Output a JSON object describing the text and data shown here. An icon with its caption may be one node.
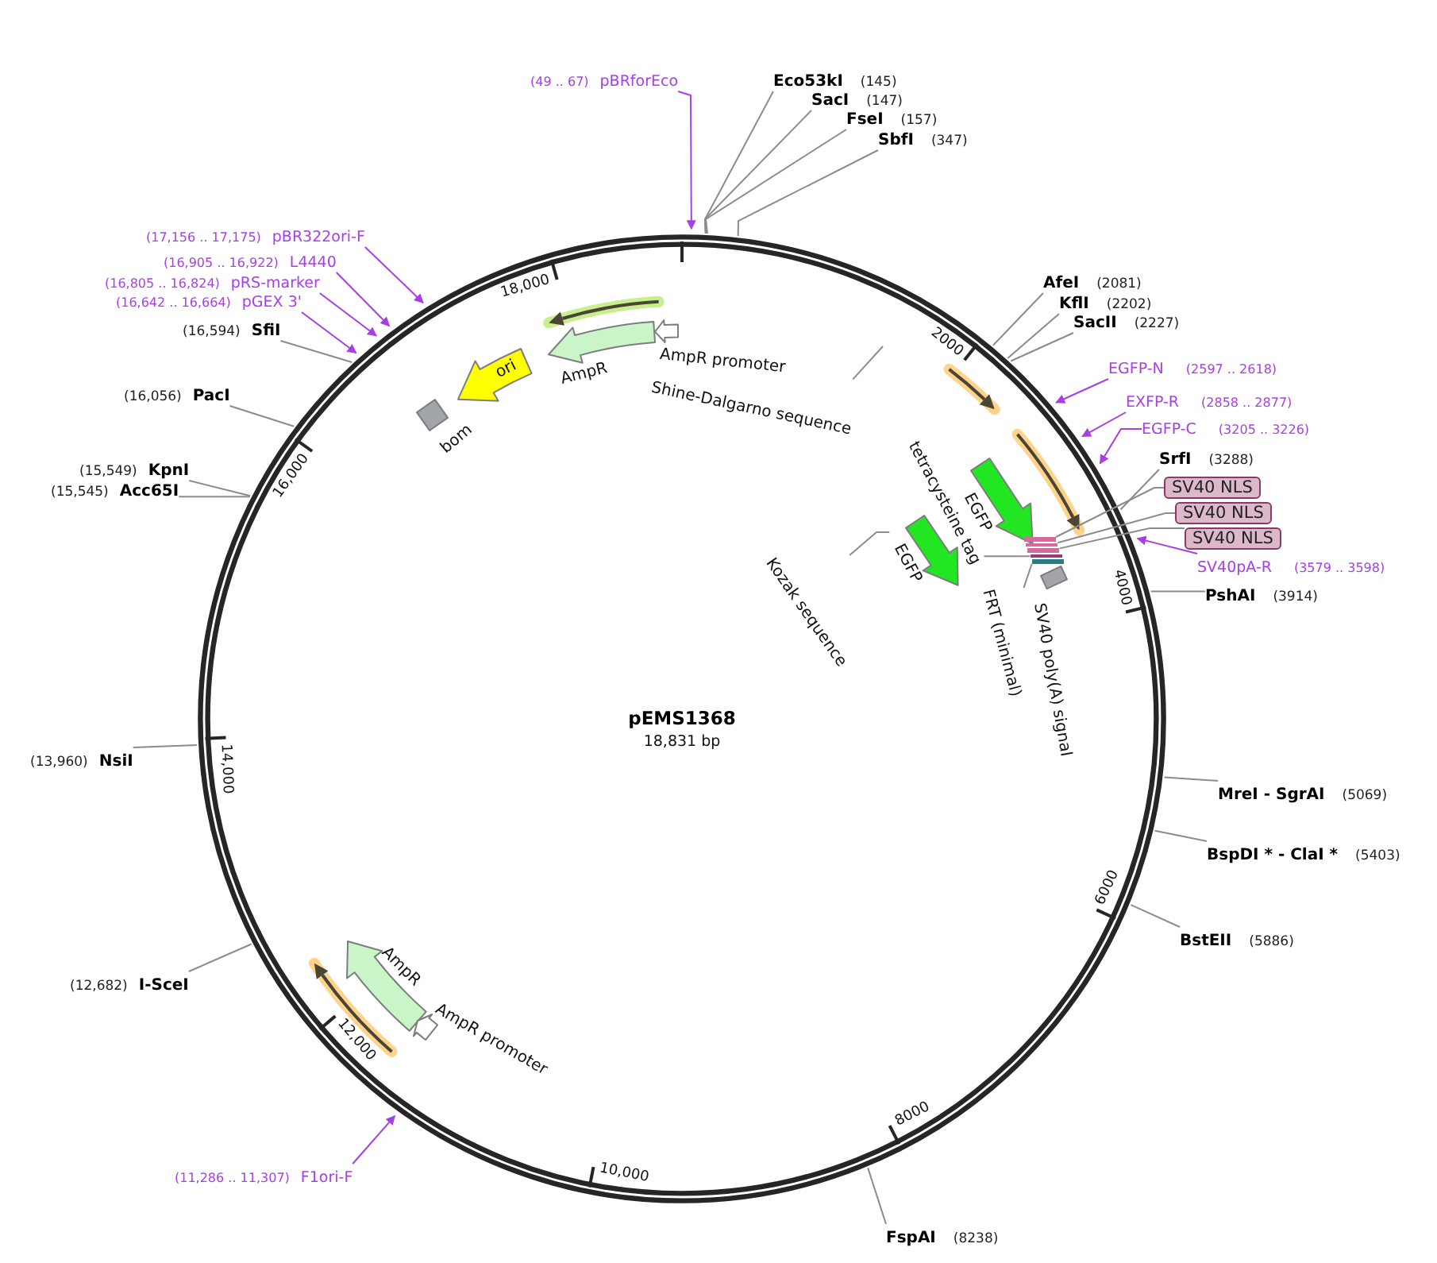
{
  "diagram": {
    "title": "pEMS1368",
    "nodes": [
      {
        "text": [
          "(49 .. 67)",
          "pBRforEco"
        ]
      },
      {
        "text": [
          "Eco53kI",
          "(145)"
        ]
      },
      {
        "text": [
          "SacI",
          "(147)"
        ]
      },
      {
        "text": [
          "FseI",
          "(157)"
        ]
      },
      {
        "text": [
          "SbfI",
          "(347)"
        ]
      },
      {
        "text": [
          "(17,156 .. 17,175)",
          "pBR322ori-F"
        ]
      },
      {
        "text": [
          "(16,905 .. 16,922)",
          "L4440"
        ]
      },
      {
        "text": [
          "(16,805 .. 16,824)",
          "pRS-marker"
        ]
      },
      {
        "text": [
          "(16,642 .. 16,664)",
          "pGEX 3'"
        ]
      },
      {
        "text": [
          "AfeI",
          "(2081)"
        ]
      },
      {
        "text": [
          "KflI",
          "(2202)"
        ]
      },
      {
        "text": [
          "SacII",
          "(2227)"
        ]
      },
      {
        "text": [
          "(16,594)",
          "SfiI"
        ]
      },
      {
        "text": [
          "AmpR"
        ]
      },
      {
        "text": [
          "AmpR promoter"
        ]
      },
      {
        "text": [
          "Shine-Dalgarno sequence"
        ]
      },
      {
        "text": [
          "ori"
        ]
      },
      {
        "text": [
          "bom"
        ]
      },
      {
        "text": [
          "EGFP-N",
          "(2597 .. 2618)"
        ]
      },
      {
        "text": [
          "(16,056)",
          "PacI"
        ]
      },
      {
        "text": [
          "EXFP-R",
          "(2858 .. 2877)"
        ]
      },
      {
        "text": [
          "EGFP-C",
          "(3205 .. 3226)"
        ]
      },
      {
        "text": [
          "SrfI",
          "(3288)"
        ]
      },
      {
        "text": [
          "(15,549)",
          "KpnI"
        ]
      },
      {
        "text": [
          "(15,545)",
          "Acc65I"
        ]
      },
      {
        "text": [
          "SV40 NLS"
        ]
      },
      {
        "text": [
          "SV40 NLS"
        ]
      },
      {
        "text": [
          "SV40 NLS"
        ]
      },
      {
        "text": [
          "EGFP"
        ]
      },
      {
        "text": [
          "tetracysteine tag"
        ]
      },
      {
        "text": [],
        "shape": "bar"
      },
      {
        "text": [],
        "shape": "bar"
      },
      {
        "text": [],
        "shape": "bar"
      },
      {
        "text": [],
        "shape": "bar"
      },
      {
        "text": [],
        "shape": "bar"
      },
      {
        "text": [
          "EGFP"
        ]
      },
      {
        "text": [
          "Kozak sequence"
        ]
      },
      {
        "text": [
          "FRT (minimal)"
        ]
      },
      {
        "text": [
          "SV40 poly(A) signal"
        ]
      },
      {
        "text": [
          "SV40pA-R",
          "(3579 .. 3598)"
        ]
      },
      {
        "text": [
          "PshAI",
          "(3914)"
        ]
      },
      {
        "text": [
          "(13,960)",
          "NsiI"
        ]
      },
      {
        "text": [
          "MreI - SgrAI",
          "(5069)"
        ]
      },
      {
        "text": [
          "BspDI * - ClaI *",
          "(5403)"
        ]
      },
      {
        "text": [
          "BstEII",
          "(5886)"
        ]
      },
      {
        "text": [
          "(12,682)",
          "I-SceI"
        ]
      },
      {
        "text": [
          "AmpR"
        ]
      },
      {
        "text": [
          "AmpR promoter"
        ]
      },
      {
        "text": [
          "(11,286 .. 11,307)",
          "F1ori-F"
        ]
      },
      {
        "text": [
          "FspAI",
          "(8238)"
        ]
      }
    ],
    "edges": [
      {
        "from": 0,
        "to": null,
        "arrow": "to",
        "color": "#a83ee8"
      },
      {
        "from": 1,
        "to": null,
        "arrow": "none"
      },
      {
        "from": 2,
        "to": null,
        "arrow": "none"
      },
      {
        "from": 3,
        "to": null,
        "arrow": "none"
      },
      {
        "from": 4,
        "to": null,
        "arrow": "none"
      },
      {
        "from": 5,
        "to": null,
        "arrow": "to",
        "color": "#a83ee8"
      },
      {
        "from": 6,
        "to": null,
        "arrow": "to",
        "color": "#a83ee8"
      },
      {
        "from": 7,
        "to": null,
        "arrow": "to",
        "color": "#a83ee8"
      },
      {
        "from": 8,
        "to": null,
        "arrow": "to",
        "color": "#a83ee8"
      },
      {
        "from": 9,
        "to": null,
        "arrow": "none"
      },
      {
        "from": 10,
        "to": null,
        "arrow": "none"
      },
      {
        "from": 11,
        "to": null,
        "arrow": "none"
      },
      {
        "from": 12,
        "to": null,
        "arrow": "none"
      },
      {
        "from": 15,
        "to": null,
        "arrow": "none"
      },
      {
        "from": 18,
        "to": null,
        "arrow": "to",
        "color": "#a83ee8"
      },
      {
        "from": 19,
        "to": null,
        "arrow": "none"
      },
      {
        "from": 20,
        "to": null,
        "arrow": "to",
        "color": "#a83ee8"
      },
      {
        "from": 21,
        "to": null,
        "arrow": "to",
        "color": "#a83ee8"
      },
      {
        "from": 22,
        "to": null,
        "arrow": "none"
      },
      {
        "from": 23,
        "to": null,
        "arrow": "none"
      },
      {
        "from": 24,
        "to": null,
        "arrow": "none"
      },
      {
        "from": 25,
        "to": 30,
        "arrow": "none"
      },
      {
        "from": 26,
        "to": 31,
        "arrow": "none"
      },
      {
        "from": 27,
        "to": 32,
        "arrow": "none"
      },
      {
        "from": 29,
        "to": 33,
        "arrow": "none"
      },
      {
        "from": 36,
        "to": 35,
        "arrow": "none"
      },
      {
        "from": 37,
        "to": 34,
        "arrow": "none"
      },
      {
        "from": 39,
        "to": null,
        "arrow": "to",
        "color": "#a83ee8"
      },
      {
        "from": 40,
        "to": null,
        "arrow": "none"
      },
      {
        "from": 41,
        "to": null,
        "arrow": "none"
      },
      {
        "from": 42,
        "to": null,
        "arrow": "none"
      },
      {
        "from": 43,
        "to": null,
        "arrow": "none"
      },
      {
        "from": 44,
        "to": null,
        "arrow": "none"
      },
      {
        "from": 45,
        "to": null,
        "arrow": "none"
      },
      {
        "from": 48,
        "to": null,
        "arrow": "to",
        "color": "#a83ee8"
      },
      {
        "from": 49,
        "to": null,
        "arrow": "none"
      }
    ],
    "labels": [
      "18,000",
      "2000",
      "16,000",
      "4000",
      "18,831 bp",
      "14,000",
      "6000",
      "12,000",
      "8000",
      "10,000"
    ]
  }
}
